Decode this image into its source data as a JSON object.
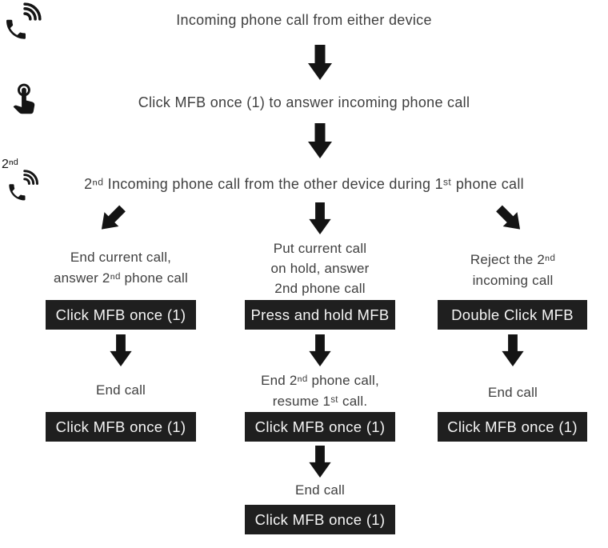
{
  "colors": {
    "text": "#3f3f3f",
    "node_bg": "#1f1f1f",
    "node_text": "#f6f6f6",
    "arrow": "#141414"
  },
  "steps": {
    "step1": {
      "icon": "incoming-call",
      "text": "Incoming phone call from either device"
    },
    "step2": {
      "icon": "tap",
      "text": "Click MFB once (1) to answer incoming phone call"
    },
    "step3": {
      "icon": "second-incoming-call",
      "icon_label": "2ⁿᵈ",
      "text": "2ⁿᵈ Incoming phone call from the other device during 1ˢᵗ phone call"
    }
  },
  "branches": {
    "left": {
      "action": "End current call,\nanswer 2ⁿᵈ phone call",
      "node1": "Click MFB once (1)",
      "end": "End call",
      "node2": "Click MFB once (1)"
    },
    "middle": {
      "action": "Put current call\non hold, answer\n2nd phone call",
      "node1": "Press and hold MFB",
      "step2": "End 2ⁿᵈ phone call,\nresume 1ˢᵗ call.",
      "node2": "Click MFB once (1)",
      "end": "End call",
      "node3": "Click MFB once (1)"
    },
    "right": {
      "action": "Reject the 2ⁿᵈ\nincoming call",
      "node1": "Double Click MFB",
      "end": "End call",
      "node2": "Click MFB once (1)"
    }
  }
}
